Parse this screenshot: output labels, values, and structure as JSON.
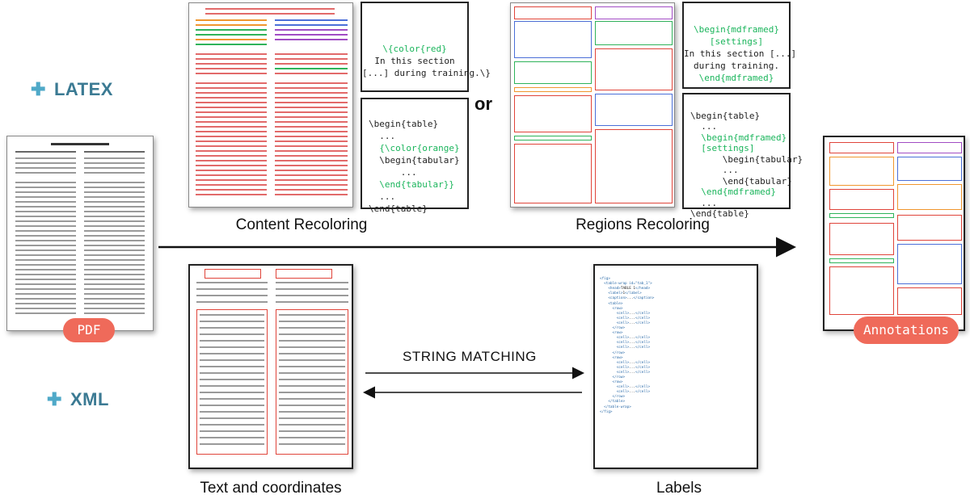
{
  "labels": {
    "latex": "LATEX",
    "xml": "XML",
    "pdf": "PDF",
    "or": "or",
    "content_recoloring": "Content Recoloring",
    "regions_recoloring": "Regions Recoloring",
    "string_matching": "STRING MATCHING",
    "text_and_coordinates": "Text and coordinates",
    "labels_caption": "Labels",
    "annotations": "Annotations"
  },
  "code_boxes": {
    "color_red": [
      "\\{color{red}",
      "In this section",
      "[...] during training.\\}"
    ],
    "color_orange": [
      "\\begin{table}",
      "  ...",
      "  {\\color{orange}",
      "  \\begin{tabular}",
      "      ...",
      "  \\end{tabular}}",
      "  ...",
      "\\end{table}"
    ],
    "mdframed_settings": [
      "\\begin{mdframed}",
      "[settings]",
      "In this section [...]",
      "during training.",
      "\\end{mdframed}"
    ],
    "mdframed_table": [
      "\\begin{table}",
      "  ...",
      "  \\begin{mdframed}",
      "  [settings]",
      "      \\begin{tabular}",
      "      ...",
      "      \\end{tabular}",
      "  \\end{mdframed}",
      "  ...",
      "\\end{table}"
    ]
  },
  "colors": {
    "accent": "#3b7a93",
    "pill": "#ef6a5a",
    "code_green": "#1bb55c",
    "region_red": "#e0443a",
    "region_orange": "#f0962e",
    "region_green": "#2fb35a",
    "region_blue": "#4b6fd8",
    "region_purple": "#a14cc4"
  }
}
